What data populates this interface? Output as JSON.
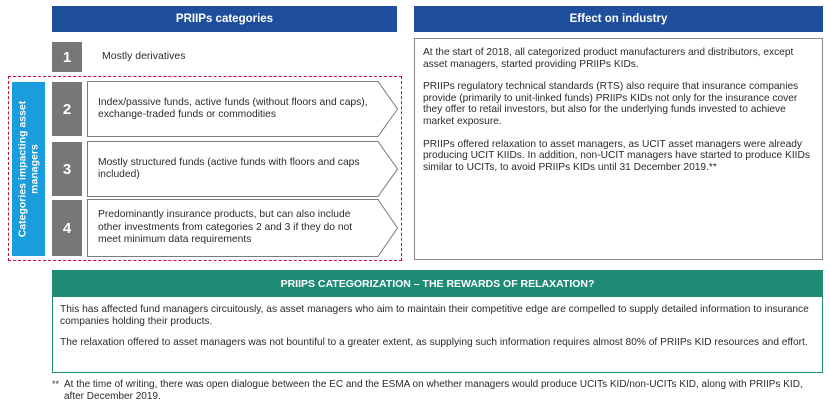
{
  "left_header": "PRIIPs categories",
  "right_header": "Effect on industry",
  "categories": [
    {
      "number": "1",
      "text": "Mostly derivatives"
    },
    {
      "number": "2",
      "text": "Index/passive funds, active funds (without floors and caps), exchange-traded funds or commodities"
    },
    {
      "number": "3",
      "text": "Mostly structured funds (active funds with floors and caps included)"
    },
    {
      "number": "4",
      "text": "Predominantly insurance products, but can also include other investments from categories 2 and 3 if they do not meet minimum data requirements"
    }
  ],
  "side_label": "Categories impacting asset managers",
  "effect_paragraphs": [
    "At the start of 2018, all categorized product manufacturers and distributors, except asset managers, started providing PRIIPs KIDs.",
    "PRIIPs regulatory technical standards (RTS) also require that insurance companies provide (primarily to unit-linked funds) PRIIPs KIDs not only for the insurance cover they offer to retail investors, but also for the underlying funds invested to achieve market exposure.",
    "PRIIPs offered relaxation to asset managers, as UCIT asset managers were already producing UCIT KIIDs. In addition, non-UCIT managers have started to produce KIIDs similar to UCITs, to avoid PRIIPs KIDs until 31 December 2019.**"
  ],
  "categorization": {
    "title": "PRIIPS CATEGORIZATION – THE REWARDS OF RELAXATION?",
    "paragraphs": [
      "This has affected fund managers circuitously, as asset managers who aim to maintain their competitive edge are compelled to supply detailed information to insurance companies holding their products.",
      "The relaxation offered to asset managers was not bountiful to a greater extent, as supplying such information requires almost 80% of PRIIPs KID resources and effort."
    ]
  },
  "footnote": {
    "marker": "**",
    "text": "At the time of writing, there was open dialogue between the EC and the ESMA on whether managers would produce UCITs KID/non-UCITs KID, along with PRIIPs KID, after December 2019."
  },
  "colors": {
    "header_blue": "#1f4e9c",
    "number_grey": "#777777",
    "side_label_blue": "#1a9ddc",
    "dashed_border_red": "#c8102e",
    "categorization_green": "#1e8c74"
  }
}
